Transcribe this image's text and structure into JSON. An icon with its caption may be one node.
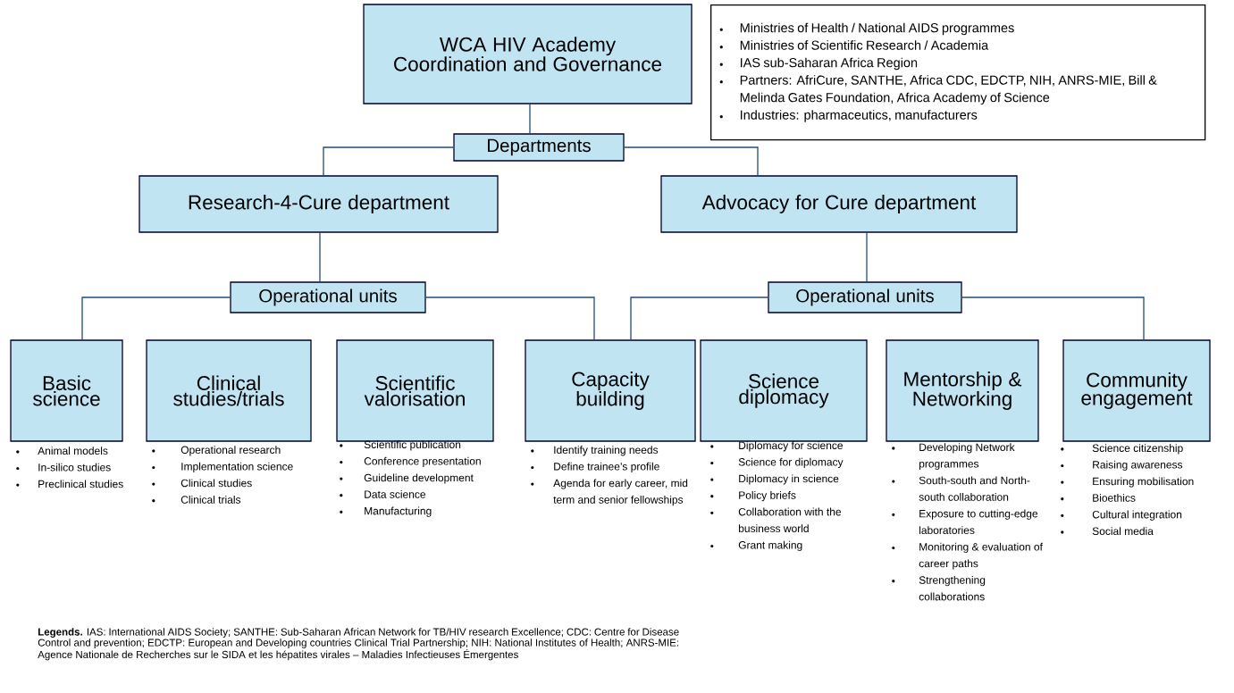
{
  "diagram": {
    "caption": "**Legends.** IAS: International AIDS Society; SANTHE: Sub-Saharan African Network for TB/HIV research Excellence; CDC: Centre for Disease Control and prevention; EDCTP: European and Developing countries Clinical Trial Partnership; NIH: National Institutes of Health; ANRS-MIE: Agence Nationale de Recherches sur le SIDA et les hépatites virales – Maladies Infectieuses Émergentes",
    "nodes": [
      {
        "text": [
          "WCA HIV Academy Coordination and Governance"
        ]
      },
      {
        "text": [
          "Ministries of Health / National AIDS programmes",
          "Ministries of Scientific Research / Academia",
          "IAS sub-Saharan Africa Region",
          "Partners: AfriCure, SANTHE, Africa CDC, EDCTP, NIH, ANRS-MIE, Bill & Melinda Gates Foundation, Africa Academy of Science",
          "Industries: pharmaceutics, manufacturers"
        ]
      },
      {
        "text": [
          "Departments"
        ]
      },
      {
        "text": [
          "Research-4-Cure department"
        ]
      },
      {
        "text": [
          "Advocacy for Cure department"
        ]
      },
      {
        "text": [
          "Operational units"
        ]
      },
      {
        "text": [
          "Operational units"
        ]
      },
      {
        "text": [
          "Basic science"
        ],
        "beside": [
          "Animal models",
          "In-silico studies",
          "Preclinical studies"
        ]
      },
      {
        "text": [
          "Clinical studies/trials"
        ],
        "beside": [
          "Operational research",
          "Implementation science",
          "Clinical studies",
          "Clinical trials"
        ]
      },
      {
        "text": [
          "Scientific valorisation"
        ],
        "beside": [
          "Scientific publication",
          "Conference presentation",
          "Guideline development",
          "Data science",
          "Manufacturing"
        ]
      },
      {
        "text": [
          "Capacity building"
        ],
        "beside": [
          "Identify training needs",
          "Define trainee’s profile",
          "Agenda for early career, mid term and senior fellowships"
        ]
      },
      {
        "text": [
          "Science diplomacy"
        ],
        "beside": [
          "Diplomacy for science",
          "Science for diplomacy",
          "Diplomacy in science",
          "Policy briefs",
          "Collaboration with the business world",
          "Grant making"
        ]
      },
      {
        "text": [
          "Mentorship & Networking"
        ],
        "beside": [
          "Developing Network programmes",
          "South-south and North-south collaboration",
          "Exposure to cutting-edge laboratories",
          "Monitoring & evaluation of career paths",
          "Strengthening collaborations"
        ]
      },
      {
        "text": [
          "Community engagement"
        ],
        "beside": [
          "Science citizenship",
          "Raising awareness",
          "Ensuring mobilisation",
          "Bioethics",
          "Cultural integration",
          "Social media"
        ]
      }
    ],
    "edges": [
      {
        "from": 0,
        "to": 2,
        "arrow": "none"
      },
      {
        "from": 2,
        "to": 3,
        "arrow": "none"
      },
      {
        "from": 2,
        "to": 4,
        "arrow": "none"
      },
      {
        "from": 3,
        "to": 5,
        "arrow": "none"
      },
      {
        "from": 4,
        "to": 6,
        "arrow": "none"
      },
      {
        "from": 5,
        "to": 7,
        "arrow": "none"
      },
      {
        "from": 5,
        "to": 10,
        "arrow": "none"
      },
      {
        "from": 6,
        "to": 10,
        "arrow": "none"
      },
      {
        "from": 6,
        "to": 13,
        "arrow": "none"
      }
    ]
  }
}
